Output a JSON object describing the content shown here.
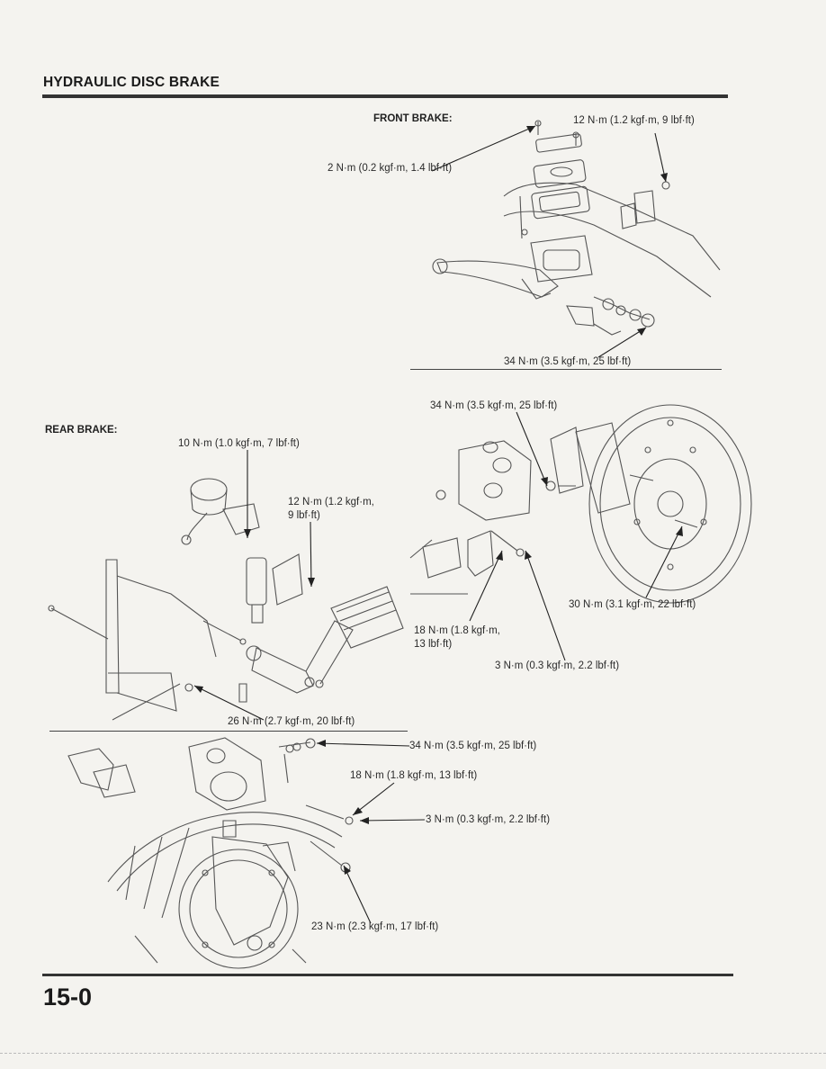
{
  "page": {
    "title": "HYDRAULIC DISC BRAKE",
    "page_number": "15-0"
  },
  "front_brake": {
    "label": "FRONT BRAKE:",
    "torque_reservoir_cap": "2 N·m (0.2 kgf·m, 1.4 lbf·ft)",
    "torque_holder": "12 N·m (1.2 kgf·m, 9 lbf·ft)",
    "torque_hose_bolt": "34 N·m (3.5 kgf·m, 25 lbf·ft)"
  },
  "front_caliper": {
    "torque_hose_bolt": "34 N·m (3.5 kgf·m, 25 lbf·ft)",
    "torque_mount_bolt": "30 N·m (3.1 kgf·m, 22 lbf·ft)",
    "torque_pad_pin": "18 N·m (1.8 kgf·m,",
    "torque_pad_pin_2": "13 lbf·ft)",
    "torque_pin_plug": "3 N·m (0.3 kgf·m, 2.2 lbf·ft)"
  },
  "rear_brake": {
    "label": "REAR BRAKE:",
    "torque_reservoir": "10 N·m (1.0 kgf·m, 7 lbf·ft)",
    "torque_master_cyl": "12 N·m (1.2 kgf·m,",
    "torque_master_cyl_2": "9 lbf·ft)",
    "torque_pedal_pivot": "26 N·m (2.7 kgf·m, 20 lbf·ft)"
  },
  "rear_caliper": {
    "torque_hose_bolt": "34 N·m (3.5 kgf·m, 25 lbf·ft)",
    "torque_pad_pin": "18 N·m (1.8 kgf·m, 13 lbf·ft)",
    "torque_pin_plug": "3 N·m (0.3 kgf·m, 2.2 lbf·ft)",
    "torque_bracket_bolt": "23 N·m (2.3 kgf·m, 17 lbf·ft)"
  }
}
